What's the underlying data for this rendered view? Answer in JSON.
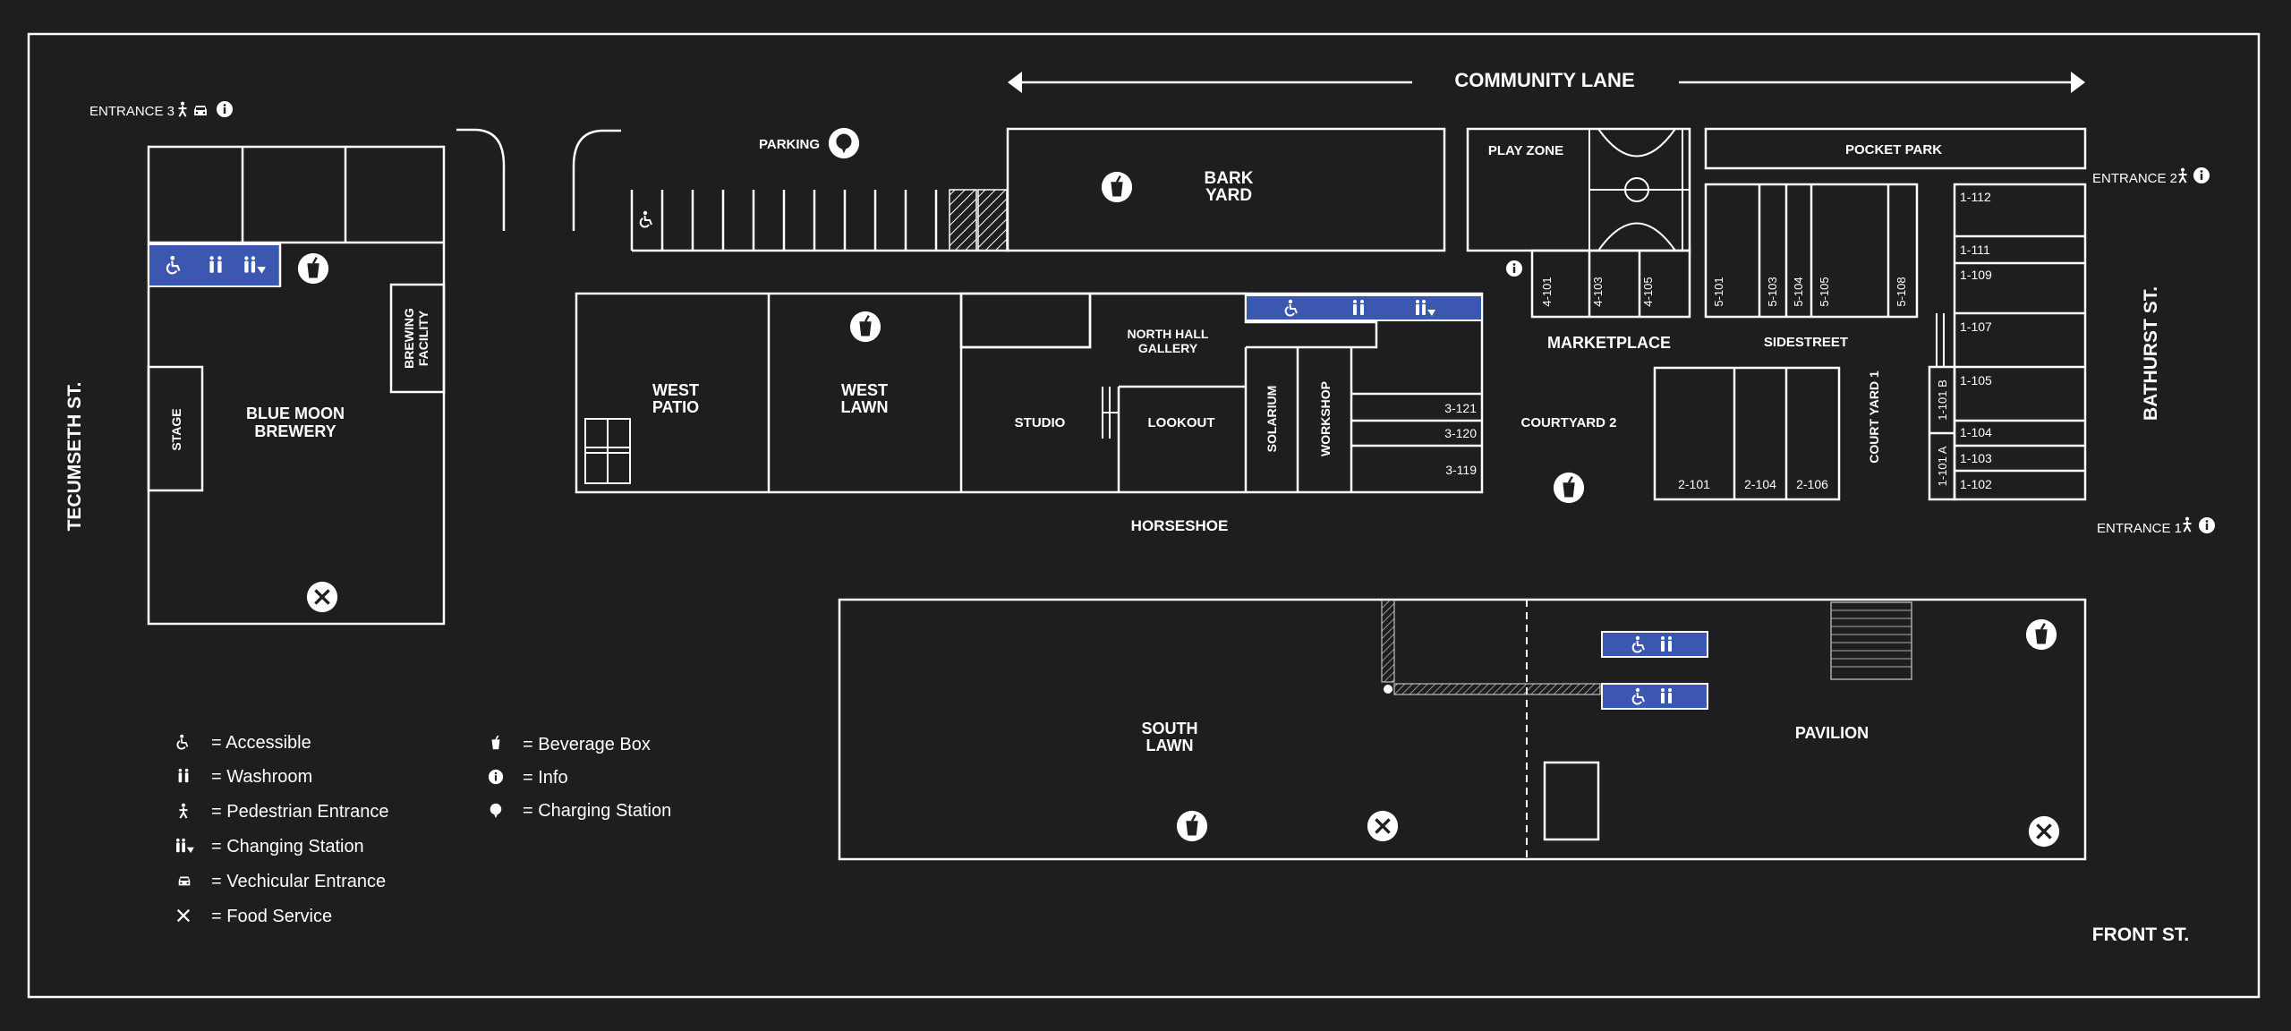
{
  "streets": {
    "community_lane": "COMMUNITY LANE",
    "tecumseth": "TECUMSETH ST.",
    "bathurst": "BATHURST ST.",
    "front": "FRONT ST."
  },
  "entrances": {
    "e3": "ENTRANCE 3",
    "e2": "ENTRANCE 2",
    "e1": "ENTRANCE 1"
  },
  "areas": {
    "parking": "PARKING",
    "bark_yard": [
      "BARK",
      "YARD"
    ],
    "play_zone": "PLAY ZONE",
    "pocket_park": "POCKET PARK",
    "blue_moon": [
      "BLUE MOON",
      "BREWERY"
    ],
    "brewing": [
      "BREWING",
      "FACILITY"
    ],
    "stage": "STAGE",
    "west_patio": [
      "WEST",
      "PATIO"
    ],
    "west_lawn": [
      "WEST",
      "LAWN"
    ],
    "north_hall": [
      "NORTH HALL",
      "GALLERY"
    ],
    "studio": "STUDIO",
    "lookout": "LOOKOUT",
    "solarium": "SOLARIUM",
    "workshop": "WORKSHOP",
    "horseshoe": "HORSESHOE",
    "marketplace": "MARKETPLACE",
    "sidestreet": "SIDESTREET",
    "courtyard2": "COURTYARD 2",
    "court_yard_1": "COURT YARD 1",
    "south_lawn": [
      "SOUTH",
      "LAWN"
    ],
    "pavilion": "PAVILION"
  },
  "units": {
    "u3_121": "3-121",
    "u3_120": "3-120",
    "u3_119": "3-119",
    "u4_101": "4-101",
    "u4_103": "4-103",
    "u4_105": "4-105",
    "u5_101": "5-101",
    "u5_103": "5-103",
    "u5_104": "5-104",
    "u5_105": "5-105",
    "u5_108": "5-108",
    "u2_101": "2-101",
    "u2_104": "2-104",
    "u2_106": "2-106",
    "u1_101b": "1-101 B",
    "u1_101a": "1-101 A",
    "u1_112": "1-112",
    "u1_111": "1-111",
    "u1_109": "1-109",
    "u1_107": "1-107",
    "u1_105": "1-105",
    "u1_104": "1-104",
    "u1_103": "1-103",
    "u1_102": "1-102"
  },
  "legend": {
    "accessible": "= Accessible",
    "washroom": "= Washroom",
    "pedestrian": "= Pedestrian Entrance",
    "changing": "= Changing Station",
    "vehicular": "= Vechicular Entrance",
    "food": "= Food Service",
    "beverage": "= Beverage Box",
    "info": "= Info",
    "charging": "= Charging Station"
  },
  "icons": {
    "accessible": "accessible-icon",
    "washroom": "washroom-icon",
    "pedestrian": "pedestrian-icon",
    "changing": "changing-station-icon",
    "vehicular": "car-icon",
    "food": "food-service-icon",
    "beverage": "beverage-box-icon",
    "info": "info-icon",
    "charging": "charging-station-icon"
  },
  "colors": {
    "background": "#1e1e20",
    "lines": "#ffffff",
    "washroom_fill": "#3b57b0"
  }
}
